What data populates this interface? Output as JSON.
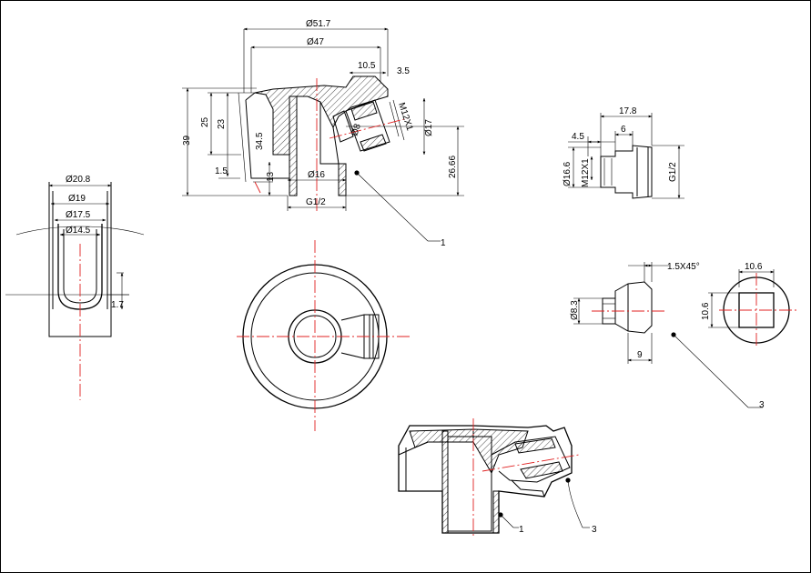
{
  "colors": {
    "outline": "#000000",
    "centerline": "#e02020",
    "background": "#ffffff"
  },
  "section_view": {
    "dia_51_7": "Ø51.7",
    "dia_47": "Ø47",
    "dim_10_5": "10.5",
    "dim_3_5": "3.5",
    "dim_39": "39",
    "dim_25": "25",
    "dim_23": "23",
    "dim_34_5": "34.5",
    "dim_1_5": "1.5",
    "dim_13": "13",
    "dia_16": "Ø16",
    "thread_g12": "G1/2",
    "dia_8": "Ø8",
    "thread_m12": "M12X1",
    "dia_17": "Ø17",
    "dim_26_66": "26.66",
    "callout_1": "1"
  },
  "u_section": {
    "dia_20_8": "Ø20.8",
    "dia_19": "Ø19",
    "dia_17_5": "Ø17.5",
    "dia_14_5": "Ø14.5",
    "dim_1_7": "1.7"
  },
  "nipple_side": {
    "dim_17_8": "17.8",
    "dim_4_5": "4.5",
    "dim_6": "6",
    "dia_16_6": "Ø16.6",
    "thread_m12": "M12X1",
    "thread_g12": "G1/2"
  },
  "nipple_small": {
    "chamfer": "1.5X45°",
    "dia_8_3": "Ø8.3",
    "dim_9": "9",
    "callout_3": "3"
  },
  "square_end": {
    "dim_10_6_h": "10.6",
    "dim_10_6_v": "10.6"
  },
  "assembly_view": {
    "callout_1": "1",
    "callout_3": "3"
  }
}
